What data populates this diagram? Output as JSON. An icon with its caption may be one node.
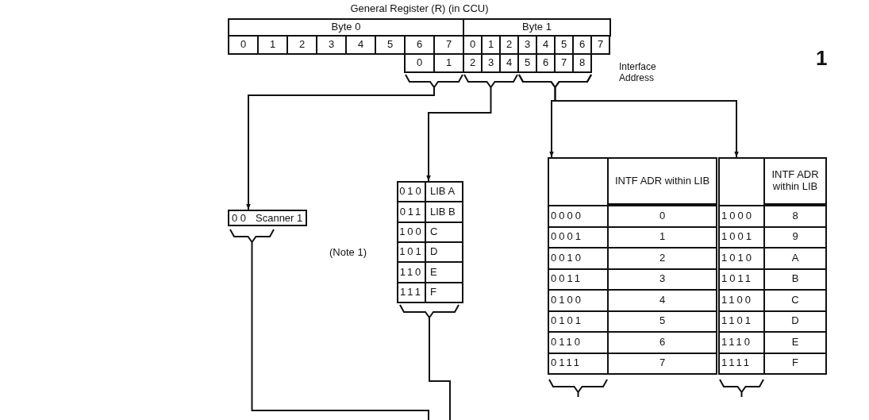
{
  "diagram": {
    "title": "General Register (R) (in CCU)",
    "nodes": [
      {
        "text": [
          "Byte 0",
          "Byte 1"
        ]
      },
      {
        "text": [
          "0 0",
          "Scanner 1"
        ]
      },
      {
        "text": [
          "010",
          "LIB A",
          "011",
          "LIB B",
          "100",
          "C",
          "101",
          "D",
          "110",
          "E",
          "111",
          "F"
        ]
      },
      {
        "text": [
          "INTF ADR within LIB",
          "0000",
          "0",
          "0001",
          "1",
          "0010",
          "2",
          "0011",
          "3",
          "0100",
          "4",
          "0101",
          "5",
          "0110",
          "6",
          "0111",
          "7"
        ]
      },
      {
        "text": [
          "INTF ADR within LIB",
          "1000",
          "8",
          "1001",
          "9",
          "1010",
          "A",
          "1011",
          "B",
          "1100",
          "C",
          "1101",
          "D",
          "1110",
          "E",
          "1111",
          "F"
        ]
      }
    ],
    "edges": [
      {
        "from": 0,
        "to": 1,
        "arrow": "to"
      },
      {
        "from": 0,
        "to": 2,
        "arrow": "to"
      },
      {
        "from": 0,
        "to": 3,
        "arrow": "to"
      },
      {
        "from": 0,
        "to": 4,
        "arrow": "to"
      },
      {
        "from": 1,
        "to": null,
        "arrow": "none"
      },
      {
        "from": 2,
        "to": null,
        "arrow": "none"
      }
    ],
    "labels": [
      "0",
      "1",
      "2",
      "3",
      "4",
      "5",
      "6",
      "7",
      "0",
      "1",
      "2",
      "3",
      "4",
      "5",
      "6",
      "7",
      "0",
      "1",
      "2",
      "3",
      "4",
      "5",
      "6",
      "7",
      "8",
      "Interface Address",
      "(Note 1)",
      "1"
    ]
  }
}
